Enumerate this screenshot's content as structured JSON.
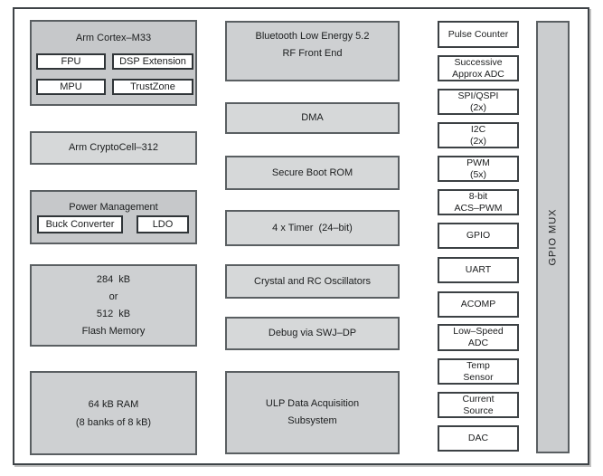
{
  "colors": {
    "background": "#ffffff",
    "frame_border": "#3e4347",
    "container_fill": "#c6c8ca",
    "block_fill": "#d6d8d9",
    "big_block_fill": "#ced0d2",
    "white_block_fill": "#ffffff",
    "block_border": "#5a5f62",
    "dark_border": "#303538",
    "text": "#1b1d1e"
  },
  "left": {
    "cortex": {
      "title": "Arm Cortex–M33",
      "fpu": "FPU",
      "dsp": "DSP Extension",
      "mpu": "MPU",
      "trustzone": "TrustZone"
    },
    "cryptocell": "Arm CryptoCell–312",
    "power": {
      "title": "Power Management",
      "buck": "Buck Converter",
      "ldo": "LDO"
    },
    "flash": {
      "lines": [
        "284  kB",
        "or",
        "512  kB",
        "Flash Memory"
      ]
    },
    "ram": {
      "lines": [
        "64 kB RAM",
        "(8 banks of 8 kB)"
      ]
    }
  },
  "middle": {
    "ble": {
      "lines": [
        "Bluetooth Low Energy 5.2",
        "RF Front End"
      ]
    },
    "dma": "DMA",
    "boot": "Secure Boot ROM",
    "timer": "4 x Timer  (24–bit)",
    "osc": "Crystal and RC Oscillators",
    "debug": "Debug via SWJ–DP",
    "ulp": {
      "lines": [
        "ULP Data Acquisition",
        "Subsystem"
      ]
    }
  },
  "right": {
    "blocks": [
      {
        "lines": [
          "Pulse Counter"
        ]
      },
      {
        "lines": [
          "Successive",
          "Approx ADC"
        ]
      },
      {
        "lines": [
          "SPI/QSPI",
          "(2x)"
        ]
      },
      {
        "lines": [
          "I2C",
          "(2x)"
        ]
      },
      {
        "lines": [
          "PWM",
          "(5x)"
        ]
      },
      {
        "lines": [
          "8-bit",
          "ACS–PWM"
        ]
      },
      {
        "lines": [
          "GPIO"
        ]
      },
      {
        "lines": [
          "UART"
        ]
      },
      {
        "lines": [
          "ACOMP"
        ]
      },
      {
        "lines": [
          "Low–Speed",
          "ADC"
        ]
      },
      {
        "lines": [
          "Temp",
          "Sensor"
        ]
      },
      {
        "lines": [
          "Current",
          "Source"
        ]
      },
      {
        "lines": [
          "DAC"
        ]
      }
    ]
  },
  "gpio_mux": "GPIO MUX"
}
